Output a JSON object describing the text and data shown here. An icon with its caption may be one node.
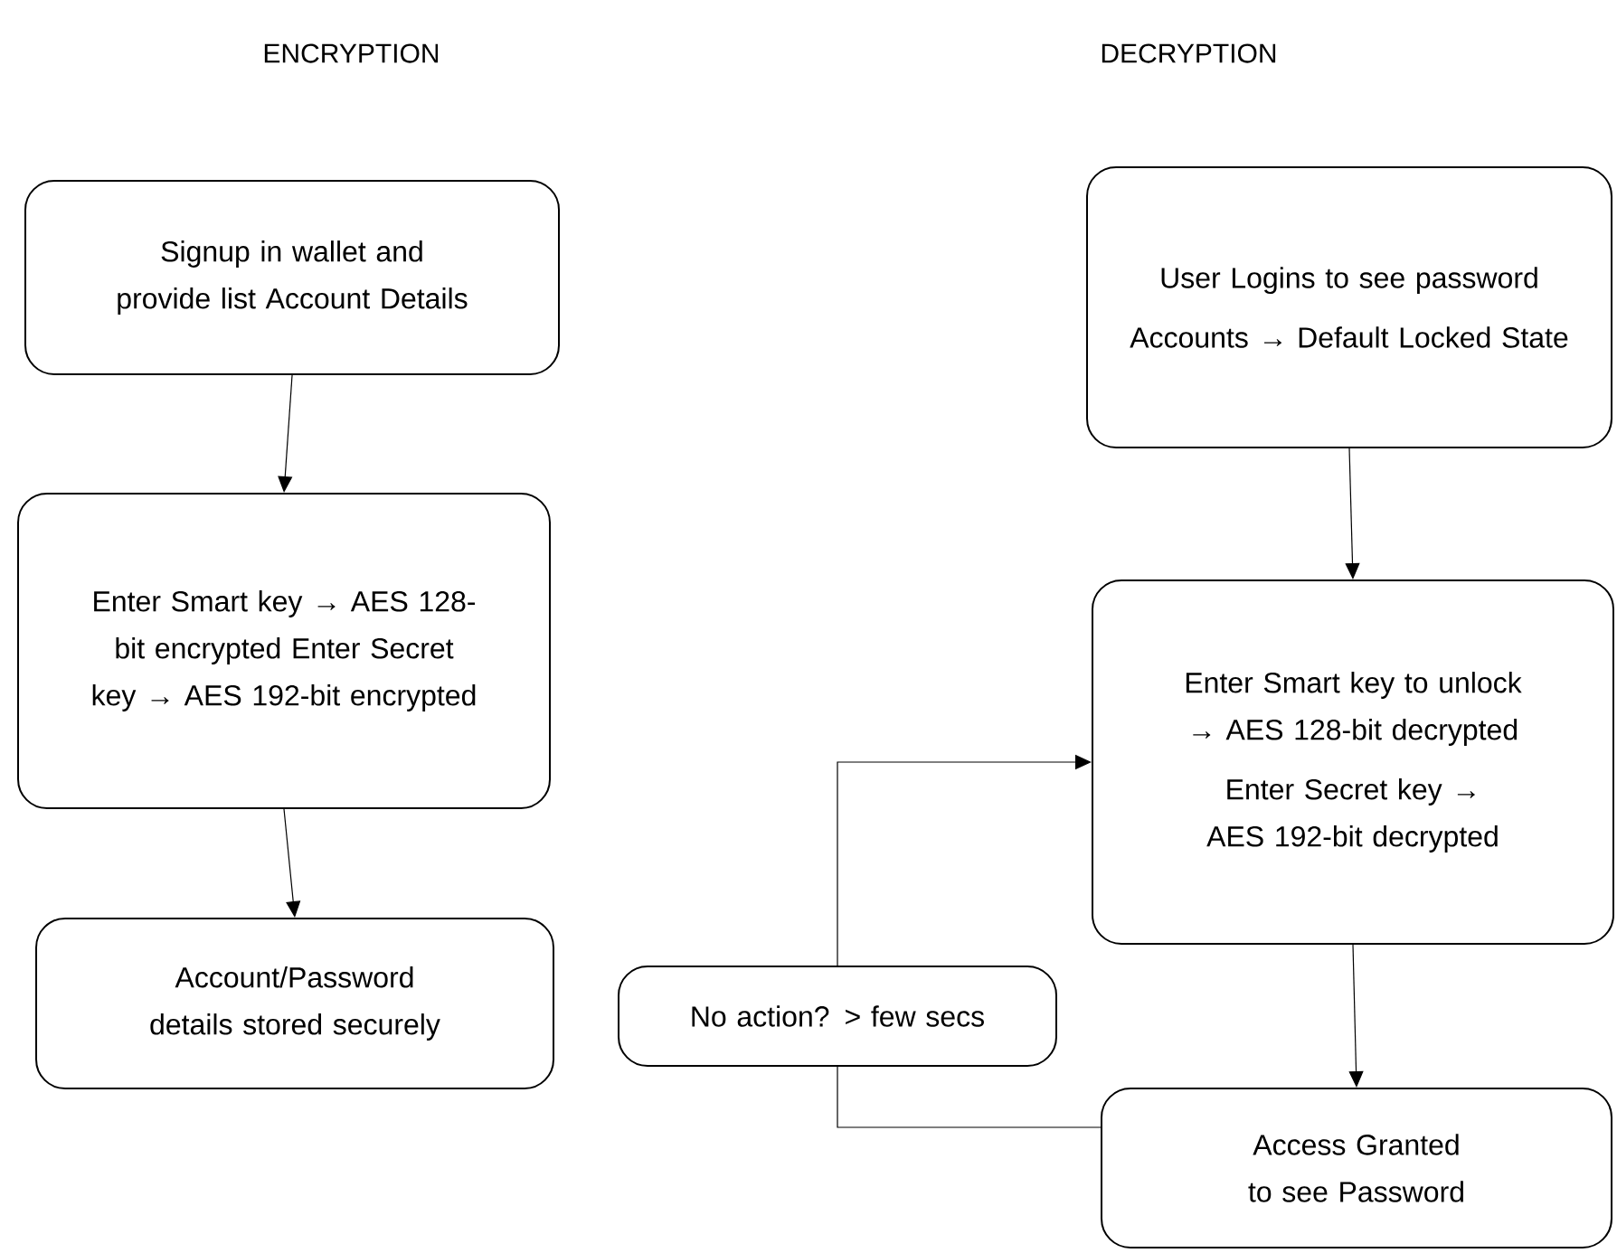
{
  "diagram": {
    "nodes": [
      {
        "text": [
          "Signup in wallet and provide list Account Details"
        ]
      },
      {
        "text": [
          "Enter Smart key → AES 128-bit encrypted Enter Secret key → AES 192-bit encrypted"
        ]
      },
      {
        "text": [
          "Account/Password details stored securely"
        ]
      },
      {
        "text": [
          "User Logins to see password",
          "Accounts → Default Locked State"
        ]
      },
      {
        "text": [
          "Enter Smart key to unlock → AES 128-bit decrypted",
          "Enter Secret key → AES 192-bit decrypted"
        ]
      },
      {
        "text": [
          "No action? > few secs"
        ]
      },
      {
        "text": [
          "Access Granted to see Password"
        ]
      }
    ],
    "edges": [
      {
        "from": 0,
        "to": 1,
        "arrow": "to"
      },
      {
        "from": 1,
        "to": 2,
        "arrow": "to"
      },
      {
        "from": 3,
        "to": 4,
        "arrow": "to"
      },
      {
        "from": 4,
        "to": 6,
        "arrow": "to"
      },
      {
        "from": 6,
        "to": 5,
        "arrow": "none"
      },
      {
        "from": 5,
        "to": 4,
        "arrow": "to"
      }
    ],
    "labels": [
      "ENCRYPTION",
      "DECRYPTION"
    ]
  }
}
